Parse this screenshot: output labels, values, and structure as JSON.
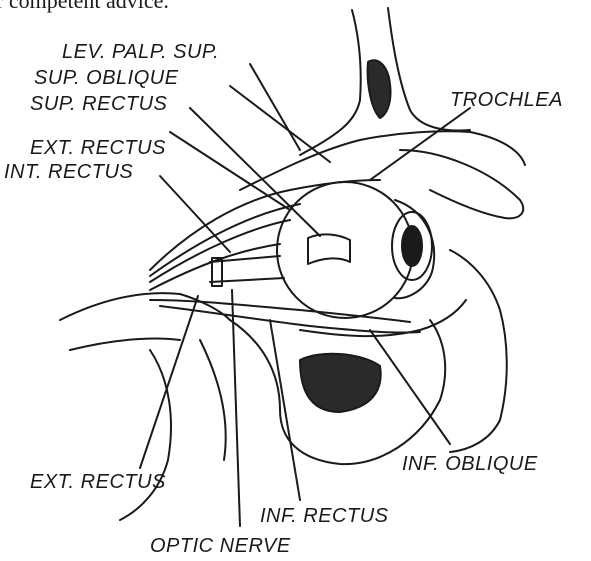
{
  "caption_fragment": "r competent advice.",
  "labels": {
    "lev_palp_sup": "LEV. PALP. SUP.",
    "sup_oblique": "SUP. OBLIQUE",
    "sup_rectus": "SUP. RECTUS",
    "ext_rectus_top": "EXT. RECTUS",
    "int_rectus": "INT. RECTUS",
    "trochlea": "TROCHLEA",
    "inf_oblique": "INF. OBLIQUE",
    "ext_rectus_bottom": "EXT. RECTUS",
    "inf_rectus": "INF. RECTUS",
    "optic_nerve": "OPTIC NERVE"
  },
  "colors": {
    "ink": "#1a1a1a",
    "paper": "#ffffff"
  }
}
